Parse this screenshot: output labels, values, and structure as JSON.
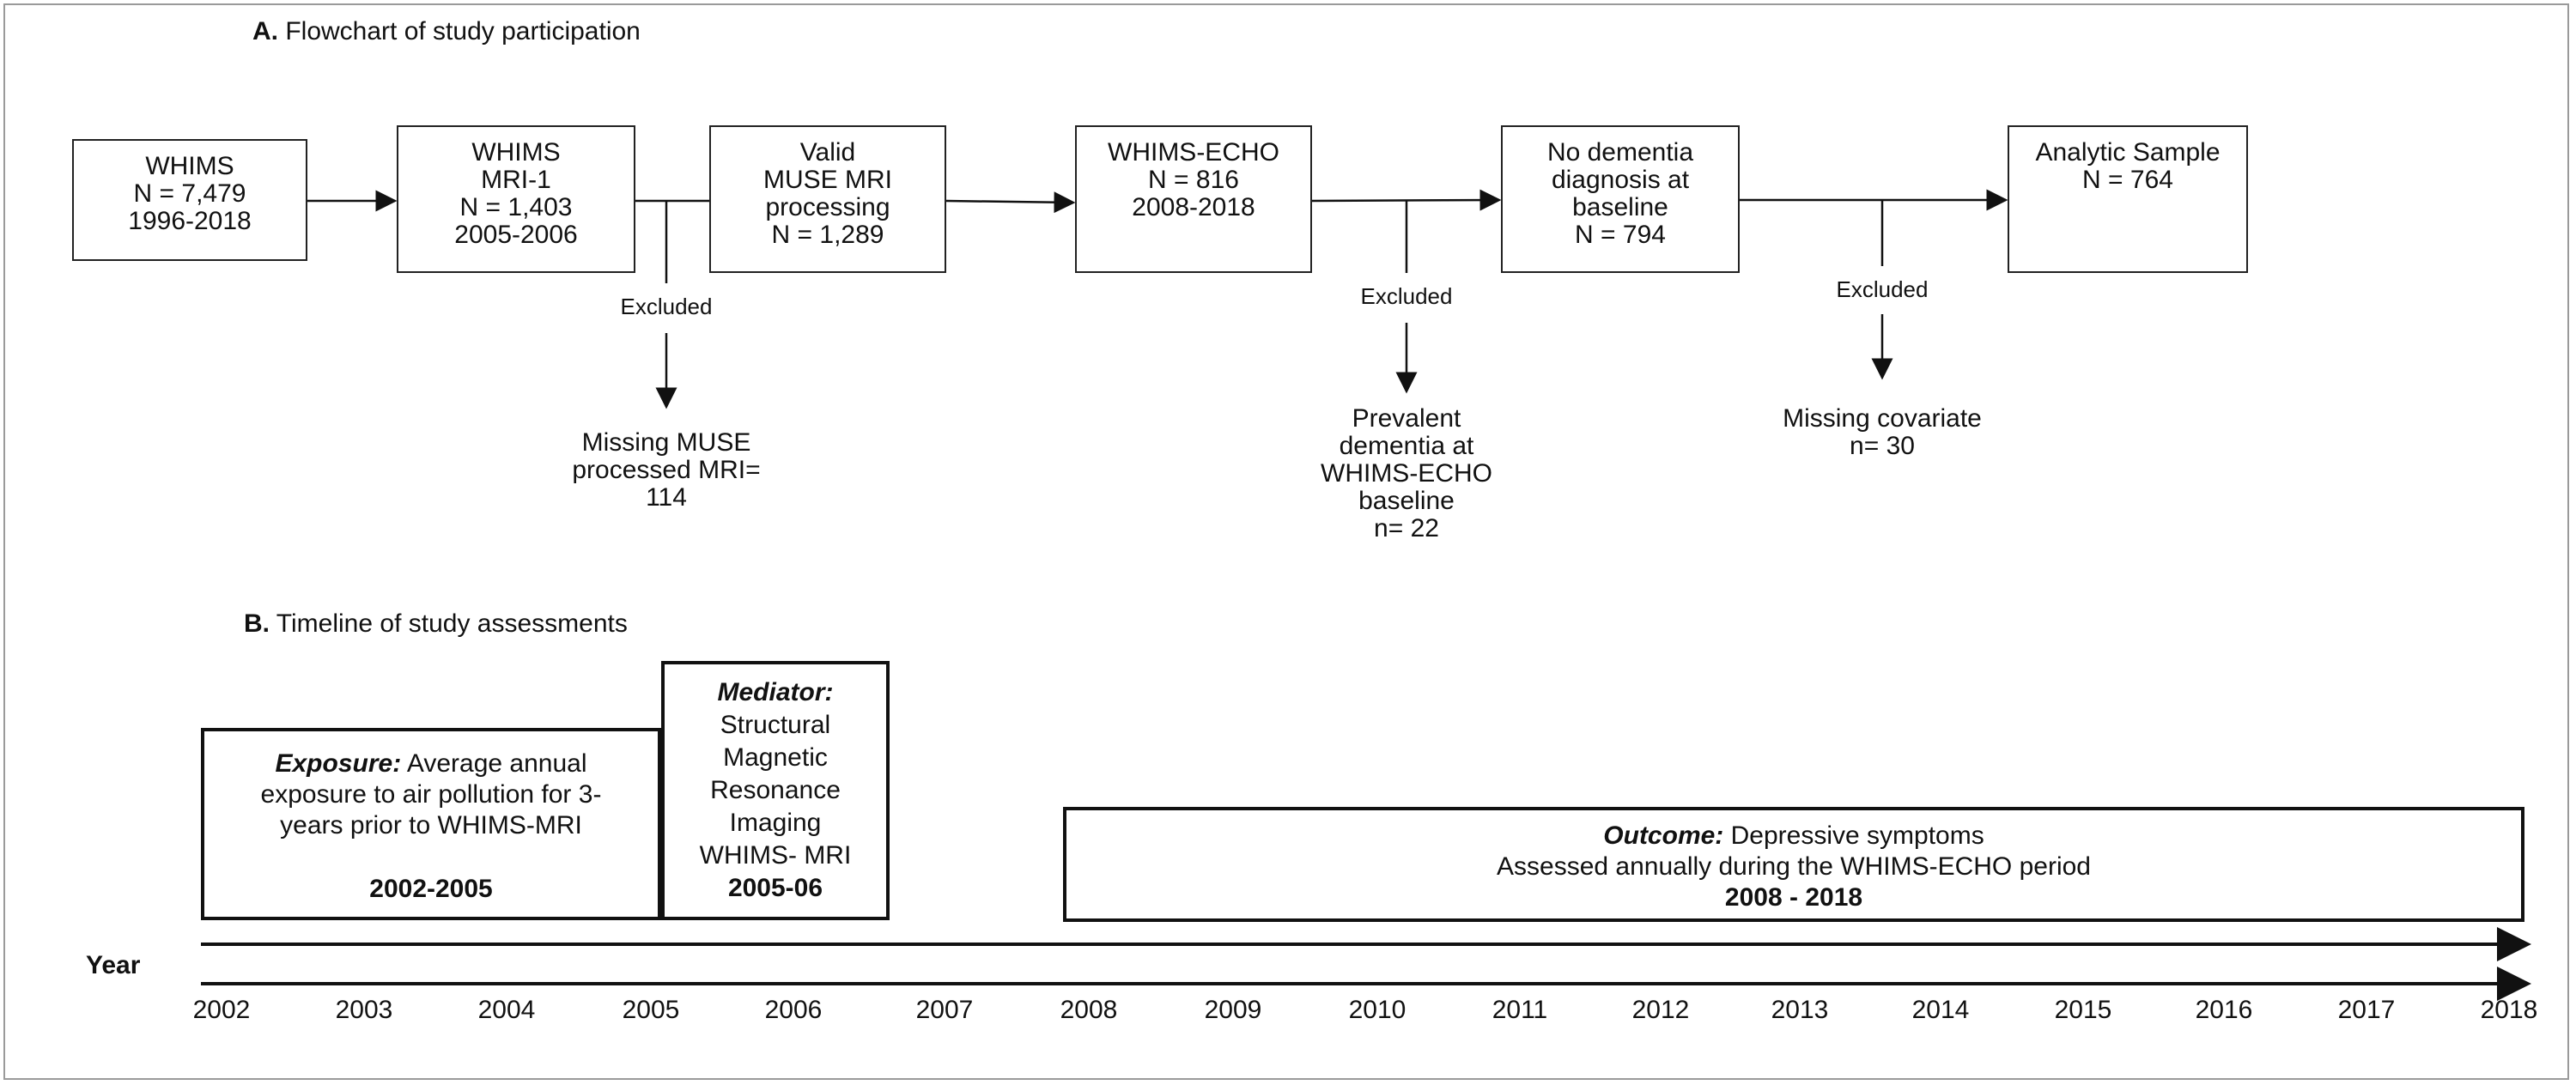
{
  "flowchart": {
    "title_letter": "A.",
    "title_text": " Flowchart of study participation",
    "boxes": [
      {
        "lines": [
          "WHIMS",
          "N = 7,479",
          "1996-2018"
        ]
      },
      {
        "lines": [
          "WHIMS",
          "MRI-1",
          "N = 1,403",
          "2005-2006"
        ]
      },
      {
        "lines": [
          "Valid",
          "MUSE MRI",
          "processing",
          "N = 1,289"
        ]
      },
      {
        "lines": [
          "WHIMS-ECHO",
          "N = 816",
          "2008-2018"
        ]
      },
      {
        "lines": [
          "No dementia",
          "diagnosis at",
          "baseline",
          "N = 794"
        ]
      },
      {
        "lines": [
          "Analytic Sample",
          "N = 764"
        ]
      }
    ],
    "exclusions": [
      {
        "label": "Excluded",
        "note": [
          "Missing MUSE",
          "processed MRI=",
          "114"
        ]
      },
      {
        "label": "Excluded",
        "note": [
          "Prevalent",
          "dementia at",
          "WHIMS-ECHO",
          "baseline",
          "n= 22"
        ]
      },
      {
        "label": "Excluded",
        "note": [
          "Missing covariate",
          "n= 30"
        ]
      }
    ]
  },
  "timeline": {
    "title_letter": "B.",
    "title_text": " Timeline of study assessments",
    "exposure": {
      "lead": "Exposure:",
      "text_lines": [
        " Average annual",
        "exposure to air pollution for 3-",
        "years prior to WHIMS-MRI"
      ],
      "years": "2002-2005"
    },
    "mediator": {
      "lead": "Mediator:",
      "lines": [
        "Structural",
        "Magnetic",
        "Resonance",
        "Imaging",
        "WHIMS- MRI"
      ],
      "years": "2005-06"
    },
    "outcome": {
      "lead": "Outcome:",
      "text": " Depressive symptoms",
      "line2": "Assessed annually during the WHIMS-ECHO period",
      "years": "2008 - 2018"
    },
    "year_label": "Year",
    "years": [
      "2002",
      "2003",
      "2004",
      "2005",
      "2006",
      "2007",
      "2008",
      "2009",
      "2010",
      "2011",
      "2012",
      "2013",
      "2014",
      "2015",
      "2016",
      "2017",
      "2018"
    ]
  }
}
